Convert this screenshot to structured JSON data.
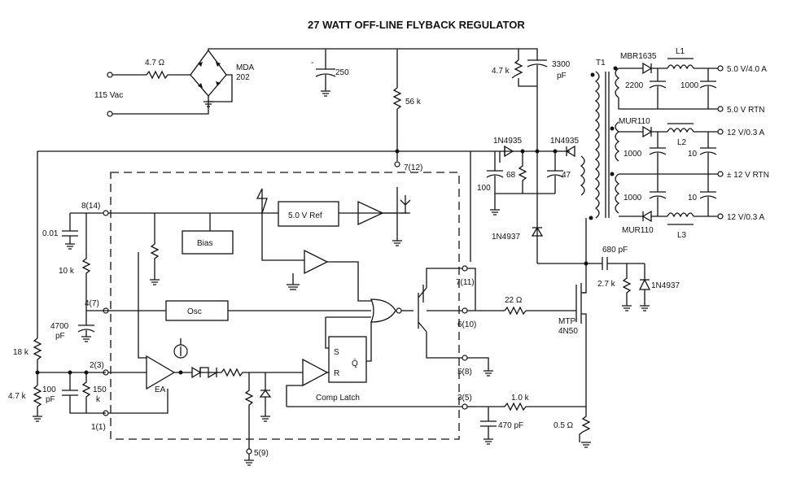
{
  "title": "27 WATT OFF-LINE FLYBACK REGULATOR",
  "input": {
    "source": "115 Vac",
    "fuse_res": "4.7 Ω",
    "bridge": "MDA\n202",
    "bulk_cap": "250"
  },
  "startup": {
    "r_top": "56 k",
    "r_bottom": "18 k",
    "r_sense_div": "4.7 k"
  },
  "snubber": {
    "res": "4.7 k",
    "cap": "3300\npF"
  },
  "transformer": {
    "name": "T1"
  },
  "out5": {
    "diode": "MBR1635",
    "inductor": "L1",
    "cap1": "2200",
    "cap2": "1000",
    "out_label": "5.0 V/4.0 A",
    "rtn_label": "5.0 V RTN"
  },
  "out12": {
    "diode_top": "MUR110",
    "diode_bot": "MUR110",
    "l2": "L2",
    "l3": "L3",
    "cap_a": "1000",
    "cap_b": "10",
    "cap_c": "1000",
    "cap_d": "10",
    "pos_label": "12 V/0.3 A",
    "rtn_label": "± 12 V RTN",
    "neg_label": "12 V/0.3 A"
  },
  "aux": {
    "d1": "1N4935",
    "d2": "1N4935",
    "c68": "68",
    "c47": "47",
    "c100": "100",
    "d3": "1N4937"
  },
  "gate": {
    "r22": "22 Ω",
    "mosfet": "MTP\n4N50",
    "cap680": "680 pF",
    "r27": "2.7 k",
    "d4937": "1N4937"
  },
  "sense": {
    "r1k": "1.0 k",
    "c470": "470 pF",
    "rsense": "0.5 Ω"
  },
  "ic": {
    "blocks": {
      "ref": "5.0 V Ref",
      "bias": "Bias",
      "osc": "Osc",
      "ea": "EA",
      "latch": "Comp Latch",
      "s": "S",
      "r": "R",
      "qbar": "Q̄"
    },
    "pins": {
      "p8": "8(14)",
      "p7": "7(12)",
      "p4": "4(7)",
      "p2": "2(3)",
      "p1": "1(1)",
      "p711": "7(11)",
      "p610": "6(10)",
      "p58": "5(8)",
      "p35": "3(5)",
      "p59": "5(9)"
    }
  },
  "ext": {
    "c001": "0.01",
    "r10k": "10 k",
    "c4700": "4700\npF",
    "r47k": "4.7 k",
    "c100pf": "100\npF",
    "r150k": "150\nk"
  }
}
